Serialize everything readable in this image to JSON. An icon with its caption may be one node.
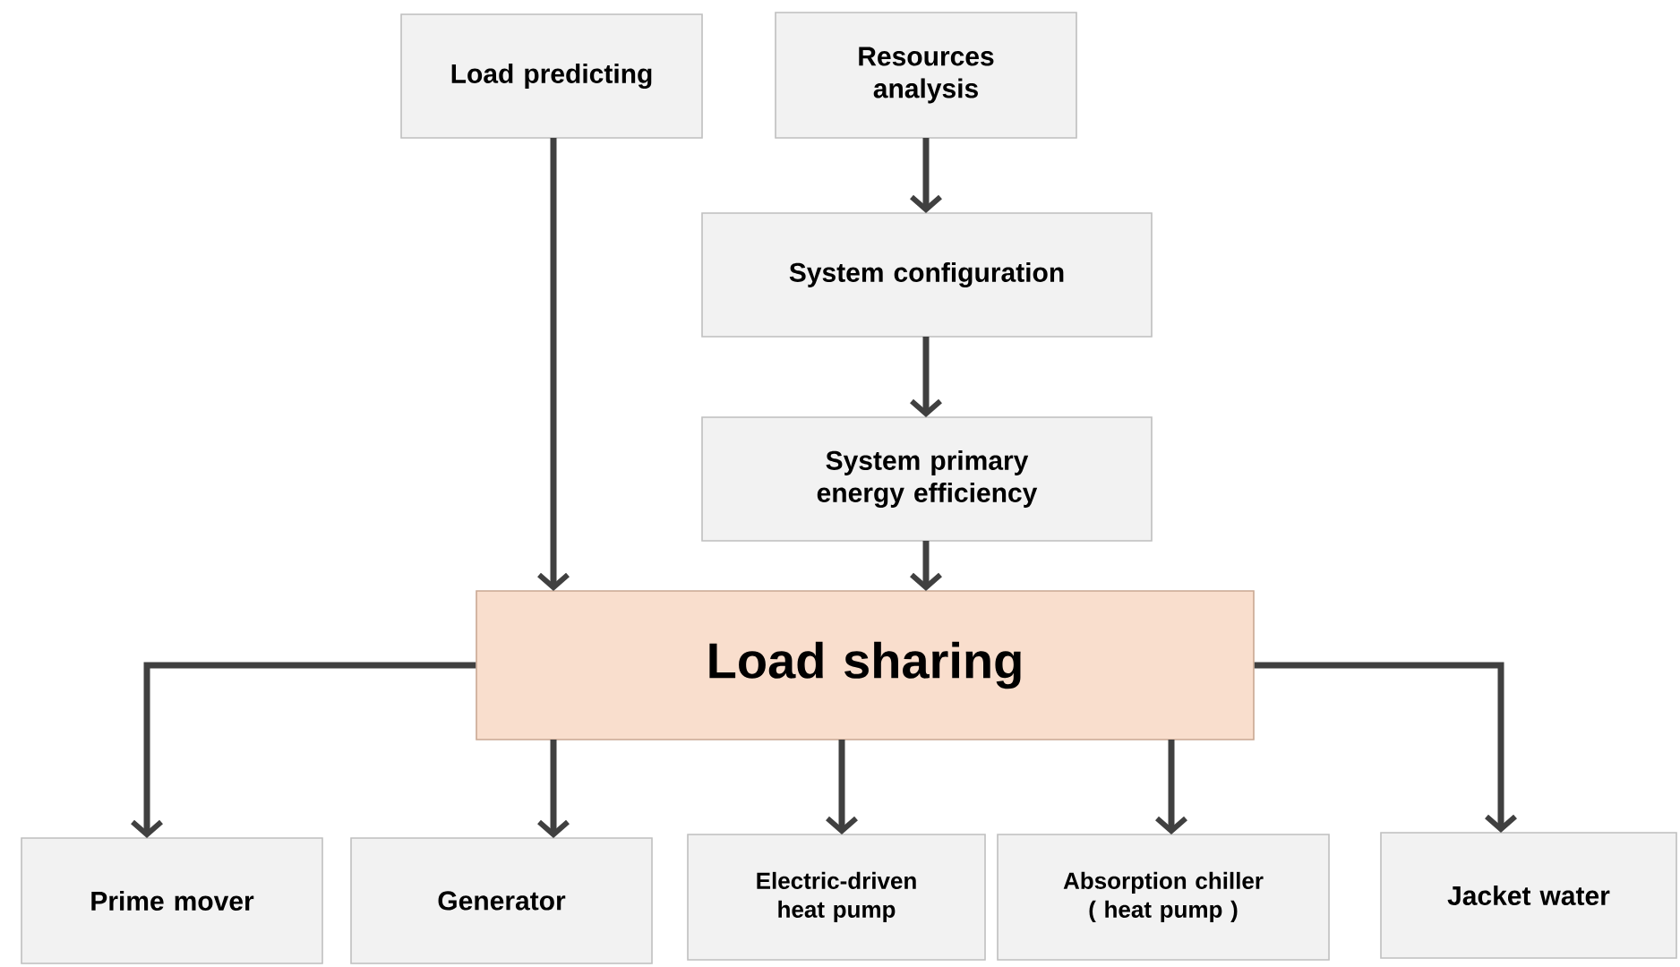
{
  "diagram": {
    "nodes": [
      {
        "text": [
          "Load predicting"
        ]
      },
      {
        "text": [
          "Resources analysis"
        ]
      },
      {
        "text": [
          "System configuration"
        ]
      },
      {
        "text": [
          "System primary energy efficiency"
        ]
      },
      {
        "text": [
          "Load sharing"
        ]
      },
      {
        "text": [
          "Prime mover"
        ]
      },
      {
        "text": [
          "Generator"
        ]
      },
      {
        "text": [
          "Electric-driven heat pump"
        ]
      },
      {
        "text": [
          "Absorption chiller ( heat pump )"
        ]
      },
      {
        "text": [
          "Jacket water"
        ]
      }
    ],
    "edges": [
      {
        "from": 0,
        "to": 4,
        "arrow": "to"
      },
      {
        "from": 1,
        "to": 2,
        "arrow": "to"
      },
      {
        "from": 2,
        "to": 3,
        "arrow": "to"
      },
      {
        "from": 3,
        "to": 4,
        "arrow": "to"
      },
      {
        "from": 4,
        "to": 5,
        "arrow": "to"
      },
      {
        "from": 4,
        "to": 6,
        "arrow": "to"
      },
      {
        "from": 4,
        "to": 7,
        "arrow": "to"
      },
      {
        "from": 4,
        "to": 8,
        "arrow": "to"
      },
      {
        "from": 4,
        "to": 9,
        "arrow": "to"
      }
    ]
  }
}
